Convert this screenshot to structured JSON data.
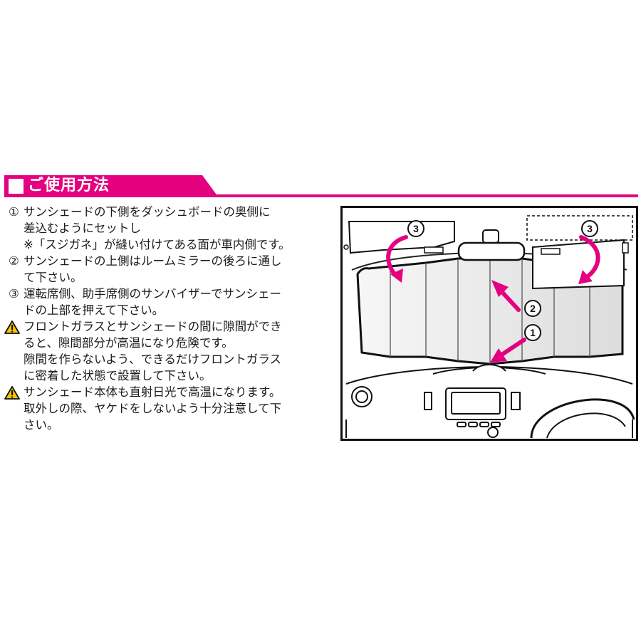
{
  "header": {
    "title": "ご使用方法",
    "accent_color": "#e4007f"
  },
  "steps": [
    {
      "mark": "①",
      "lines": [
        "サンシェードの下側をダッシュボードの奥側に",
        "差込むようにセットし",
        "※「スジガネ」が縫い付けてある面が車内側です。"
      ]
    },
    {
      "mark": "②",
      "lines": [
        "サンシェードの上側はルームミラーの後ろに通し",
        "て下さい。"
      ]
    },
    {
      "mark": "③",
      "lines": [
        "運転席側、助手席側のサンバイザーでサンシェー",
        "ドの上部を押えて下さい。"
      ]
    }
  ],
  "warnings": [
    {
      "icon": "warning-triangle-icon",
      "lines": [
        "フロントガラスとサンシェードの間に隙間ができ",
        "ると、隙間部分が高温になり危険です。",
        "隙間を作らないよう、できるだけフロントガラス",
        "に密着した状態で設置して下さい。"
      ]
    },
    {
      "icon": "warning-triangle-icon",
      "lines": [
        "サンシェード本体も直射日光で高温になります。",
        "取外しの際、ヤケドをしないよう十分注意して下",
        "さい。"
      ]
    }
  ],
  "diagram": {
    "labels": {
      "visor_left": "3",
      "visor_right": "3",
      "mirror": "2",
      "dash": "1"
    },
    "arrow_color": "#e4007f"
  }
}
